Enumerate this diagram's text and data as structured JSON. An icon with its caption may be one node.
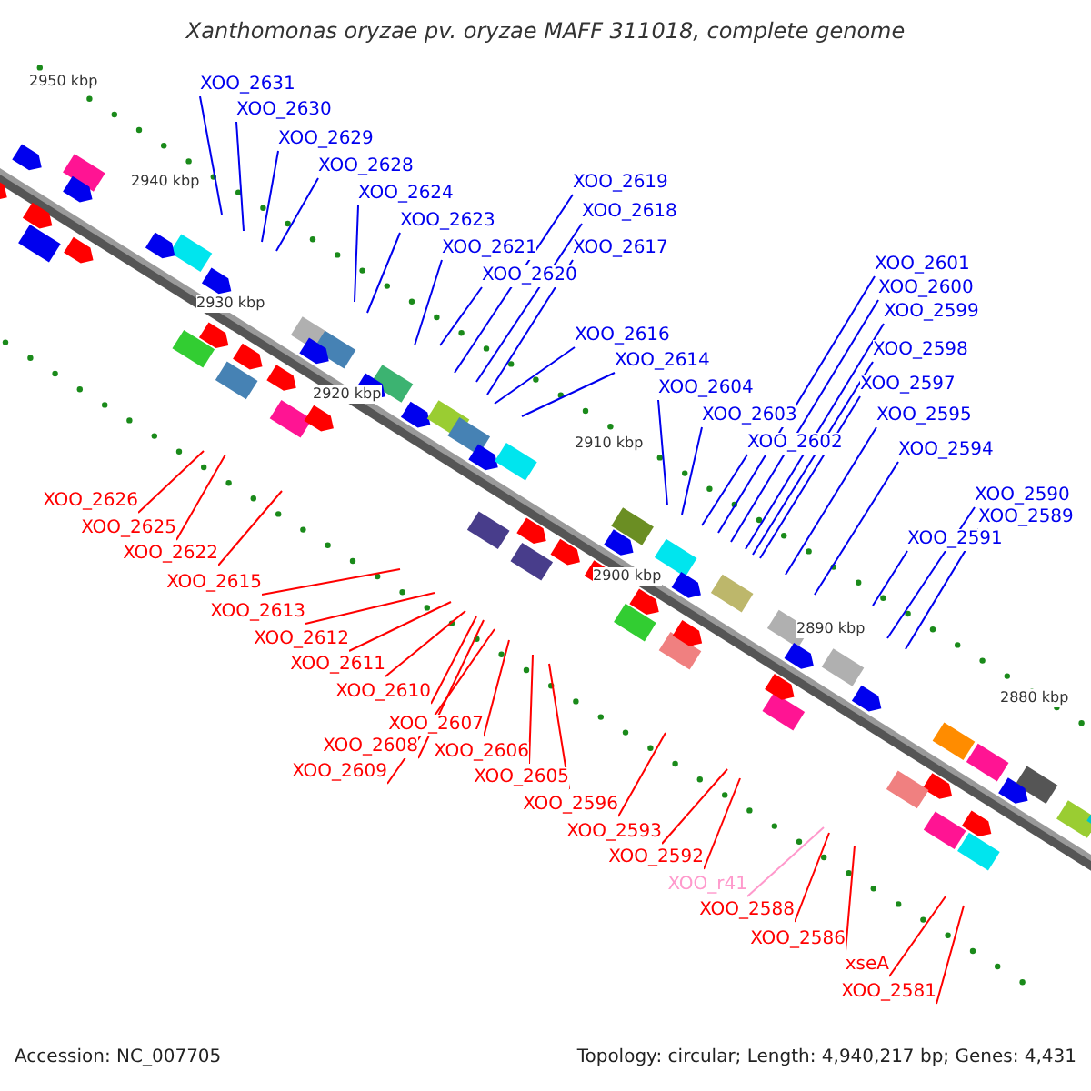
{
  "diagram": {
    "title": "Xanthomonas oryzae pv. oryzae MAFF 311018, complete genome",
    "nodes": [
      {
        "text": [
          "XOO_2631"
        ]
      },
      {
        "text": [
          "XOO_2630"
        ]
      },
      {
        "text": [
          "XOO_2629"
        ]
      },
      {
        "text": [
          "XOO_2628"
        ]
      },
      {
        "text": [
          "XOO_2624"
        ]
      },
      {
        "text": [
          "XOO_2623"
        ]
      },
      {
        "text": [
          "XOO_2621"
        ]
      },
      {
        "text": [
          "XOO_2620"
        ]
      },
      {
        "text": [
          "XOO_2619"
        ]
      },
      {
        "text": [
          "XOO_2618"
        ]
      },
      {
        "text": [
          "XOO_2617"
        ]
      },
      {
        "text": [
          "XOO_2616"
        ]
      },
      {
        "text": [
          "XOO_2614"
        ]
      },
      {
        "text": [
          "XOO_2604"
        ]
      },
      {
        "text": [
          "XOO_2603"
        ]
      },
      {
        "text": [
          "XOO_2602"
        ]
      },
      {
        "text": [
          "XOO_2601"
        ]
      },
      {
        "text": [
          "XOO_2600"
        ]
      },
      {
        "text": [
          "XOO_2599"
        ]
      },
      {
        "text": [
          "XOO_2598"
        ]
      },
      {
        "text": [
          "XOO_2597"
        ]
      },
      {
        "text": [
          "XOO_2595"
        ]
      },
      {
        "text": [
          "XOO_2594"
        ]
      },
      {
        "text": [
          "XOO_2591"
        ]
      },
      {
        "text": [
          "XOO_2590"
        ]
      },
      {
        "text": [
          "XOO_2589"
        ]
      },
      {
        "text": [
          "XOO_2626"
        ]
      },
      {
        "text": [
          "XOO_2625"
        ]
      },
      {
        "text": [
          "XOO_2622"
        ]
      },
      {
        "text": [
          "XOO_2615"
        ]
      },
      {
        "text": [
          "XOO_2613"
        ]
      },
      {
        "text": [
          "XOO_2612"
        ]
      },
      {
        "text": [
          "XOO_2611"
        ]
      },
      {
        "text": [
          "XOO_2610"
        ]
      },
      {
        "text": [
          "XOO_2607"
        ]
      },
      {
        "text": [
          "XOO_2608"
        ]
      },
      {
        "text": [
          "XOO_2609"
        ]
      },
      {
        "text": [
          "XOO_2606"
        ]
      },
      {
        "text": [
          "XOO_2605"
        ]
      },
      {
        "text": [
          "XOO_2596"
        ]
      },
      {
        "text": [
          "XOO_2593"
        ]
      },
      {
        "text": [
          "XOO_2592"
        ]
      },
      {
        "text": [
          "XOO_r41"
        ]
      },
      {
        "text": [
          "XOO_2588"
        ]
      },
      {
        "text": [
          "XOO_2586"
        ]
      },
      {
        "text": [
          "xseA"
        ]
      },
      {
        "text": [
          "XOO_2581"
        ]
      }
    ],
    "edges": [
      {
        "from": 0,
        "to": null,
        "arrow": "none"
      },
      {
        "from": 1,
        "to": null,
        "arrow": "none"
      },
      {
        "from": 2,
        "to": null,
        "arrow": "none"
      },
      {
        "from": 3,
        "to": null,
        "arrow": "none"
      },
      {
        "from": 4,
        "to": null,
        "arrow": "none"
      },
      {
        "from": 5,
        "to": null,
        "arrow": "none"
      },
      {
        "from": 6,
        "to": null,
        "arrow": "none"
      },
      {
        "from": 7,
        "to": null,
        "arrow": "none"
      },
      {
        "from": 8,
        "to": null,
        "arrow": "none"
      },
      {
        "from": 9,
        "to": null,
        "arrow": "none"
      },
      {
        "from": 10,
        "to": null,
        "arrow": "none"
      },
      {
        "from": 11,
        "to": null,
        "arrow": "none"
      },
      {
        "from": 12,
        "to": null,
        "arrow": "none"
      },
      {
        "from": 13,
        "to": null,
        "arrow": "none"
      },
      {
        "from": 14,
        "to": null,
        "arrow": "none"
      },
      {
        "from": 15,
        "to": null,
        "arrow": "none"
      },
      {
        "from": 16,
        "to": null,
        "arrow": "none"
      },
      {
        "from": 17,
        "to": null,
        "arrow": "none"
      },
      {
        "from": 18,
        "to": null,
        "arrow": "none"
      },
      {
        "from": 19,
        "to": null,
        "arrow": "none"
      },
      {
        "from": 20,
        "to": null,
        "arrow": "none"
      },
      {
        "from": 21,
        "to": null,
        "arrow": "none"
      },
      {
        "from": 22,
        "to": null,
        "arrow": "none"
      },
      {
        "from": 23,
        "to": null,
        "arrow": "none"
      },
      {
        "from": 24,
        "to": null,
        "arrow": "none"
      },
      {
        "from": 25,
        "to": null,
        "arrow": "none"
      },
      {
        "from": 26,
        "to": null,
        "arrow": "none",
        "color": "#ff0000"
      },
      {
        "from": 27,
        "to": null,
        "arrow": "none",
        "color": "#ff0000"
      },
      {
        "from": 28,
        "to": null,
        "arrow": "none",
        "color": "#ff0000"
      },
      {
        "from": 29,
        "to": null,
        "arrow": "none",
        "color": "#ff0000"
      },
      {
        "from": 30,
        "to": null,
        "arrow": "none",
        "color": "#ff0000"
      },
      {
        "from": 31,
        "to": null,
        "arrow": "none",
        "color": "#ff0000"
      },
      {
        "from": 32,
        "to": null,
        "arrow": "none",
        "color": "#ff0000"
      },
      {
        "from": 33,
        "to": null,
        "arrow": "none",
        "color": "#ff0000"
      },
      {
        "from": 34,
        "to": null,
        "arrow": "none",
        "color": "#ff0000"
      },
      {
        "from": 35,
        "to": null,
        "arrow": "none",
        "color": "#ff0000"
      },
      {
        "from": 36,
        "to": null,
        "arrow": "none",
        "color": "#ff0000"
      },
      {
        "from": 37,
        "to": null,
        "arrow": "none",
        "color": "#ff0000"
      },
      {
        "from": 38,
        "to": null,
        "arrow": "none",
        "color": "#ff0000"
      },
      {
        "from": 39,
        "to": null,
        "arrow": "none",
        "color": "#ff0000"
      },
      {
        "from": 40,
        "to": null,
        "arrow": "none",
        "color": "#ff0000"
      },
      {
        "from": 41,
        "to": null,
        "arrow": "none",
        "color": "#ff0000"
      },
      {
        "from": 42,
        "to": null,
        "arrow": "none",
        "color": "#ff99cc"
      },
      {
        "from": 43,
        "to": null,
        "arrow": "none",
        "color": "#ff0000"
      },
      {
        "from": 44,
        "to": null,
        "arrow": "none",
        "color": "#ff0000"
      },
      {
        "from": 45,
        "to": null,
        "arrow": "none",
        "color": "#ff0000"
      },
      {
        "from": 46,
        "to": null,
        "arrow": "none",
        "color": "#ff0000"
      }
    ],
    "labels": [
      "2950 kbp",
      "2940 kbp",
      "2930 kbp",
      "2920 kbp",
      "2910 kbp",
      "2900 kbp",
      "2890 kbp",
      "2880 kbp",
      "Accession: NC_007705",
      "Topology: circular; Length: 4,940,217 bp; Genes: 4,431"
    ]
  }
}
